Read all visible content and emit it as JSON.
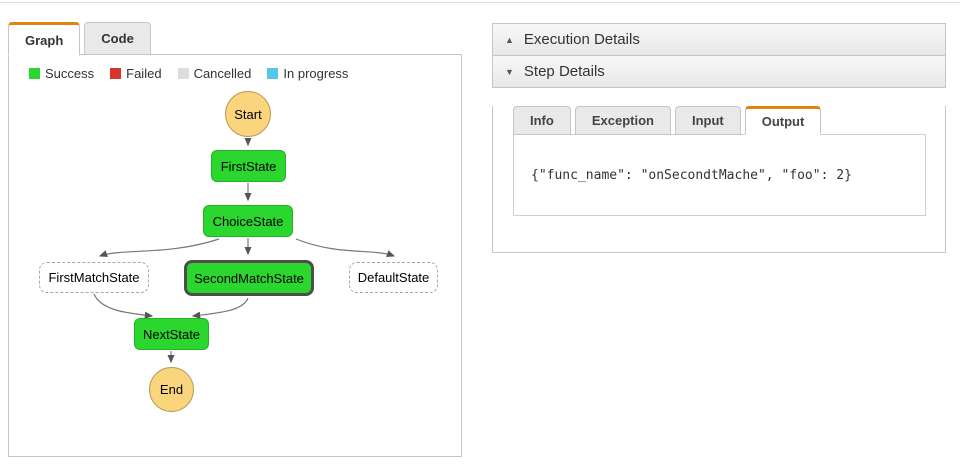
{
  "colors": {
    "accent_orange": "#e38112",
    "success_green": "#2bd62e",
    "failed_red": "#d9342b",
    "cancelled_gray": "#dddddd",
    "in_progress_blue": "#54c8e8",
    "start_end_yellow": "#fad57d"
  },
  "left_panel": {
    "tabs": {
      "graph": "Graph",
      "code": "Code"
    },
    "legend": [
      {
        "label": "Success",
        "color": "#2bd62e"
      },
      {
        "label": "Failed",
        "color": "#d9342b"
      },
      {
        "label": "Cancelled",
        "color": "#dddddd"
      },
      {
        "label": "In progress",
        "color": "#54c8e8"
      }
    ],
    "graph": {
      "nodes": {
        "start": "Start",
        "first_state": "FirstState",
        "choice_state": "ChoiceState",
        "first_match_state": "FirstMatchState",
        "second_match_state": "SecondMatchState",
        "default_state": "DefaultState",
        "next_state": "NextState",
        "end": "End"
      },
      "selected_node": "SecondMatchState",
      "status_colors": {
        "success": "#2bd62e",
        "start_end": "#fad57d"
      }
    }
  },
  "right_panel": {
    "sections": [
      {
        "label": "Execution Details",
        "icon": "▲",
        "expanded": false
      },
      {
        "label": "Step Details",
        "icon": "▼",
        "expanded": true
      }
    ],
    "step_tabs": [
      {
        "label": "Info",
        "active": false
      },
      {
        "label": "Exception",
        "active": false
      },
      {
        "label": "Input",
        "active": false
      },
      {
        "label": "Output",
        "active": true
      }
    ],
    "output_text": "{\"func_name\": \"onSecondtMache\", \"foo\": 2}"
  }
}
